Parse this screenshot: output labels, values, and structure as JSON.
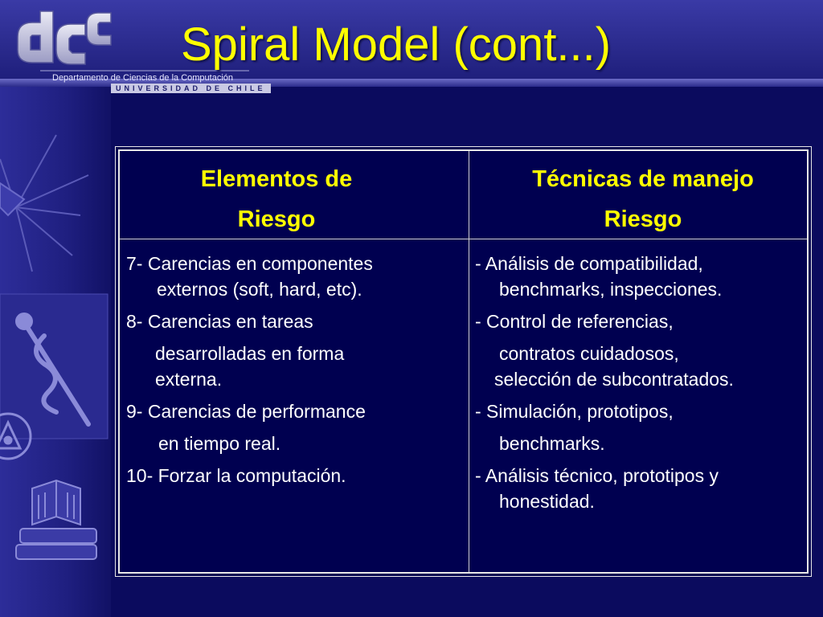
{
  "slide": {
    "title": "Spiral Model (cont...)",
    "logo": {
      "mark": "dcc",
      "department": "Departamento de Ciencias de la Computación",
      "university": "UNIVERSIDAD DE CHILE"
    }
  },
  "table": {
    "headers": {
      "left": [
        "Elementos de",
        "Riesgo"
      ],
      "right": [
        "Técnicas de manejo",
        "Riesgo"
      ]
    },
    "left_lines": [
      "7- Carencias en componentes",
      "externos (soft, hard, etc).",
      "8- Carencias en tareas",
      "desarrolladas en forma",
      "externa.",
      "9- Carencias de performance",
      "en tiempo real.",
      "10- Forzar la computación."
    ],
    "right_lines": [
      "-  Análisis de compatibilidad,",
      "benchmarks, inspecciones.",
      "-  Control de referencias,",
      "contratos cuidadosos,",
      "selección de subcontratados.",
      "-  Simulación, prototipos,",
      "benchmarks.",
      "-  Análisis técnico, prototipos y",
      "honestidad."
    ]
  },
  "colors": {
    "background": "#0b0b5e",
    "title": "#ffff00",
    "header_text": "#ffff00",
    "body_text": "#ffffff",
    "table_border": "#e8e8e8"
  },
  "icons": [
    "dcc-logo",
    "star-burst-icon",
    "caduceus-icon",
    "triangle-eye-icon",
    "books-icon"
  ]
}
